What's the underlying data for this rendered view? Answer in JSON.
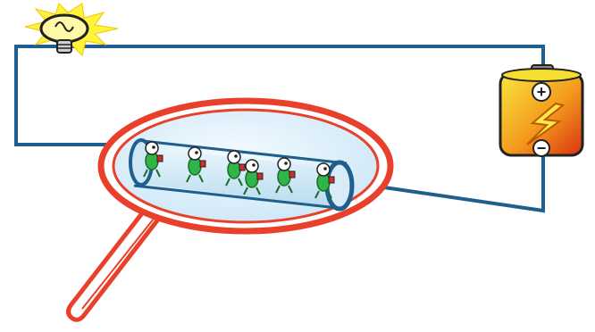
{
  "diagram": {
    "components": [
      {
        "id": "bulb",
        "icon": "light-bulb-icon",
        "state": "lit"
      },
      {
        "id": "battery",
        "icon": "battery-icon",
        "terminals": [
          "+",
          "-"
        ]
      },
      {
        "id": "magnifier",
        "icon": "magnifying-glass-icon"
      },
      {
        "id": "wire-tube",
        "icon": "wire-cross-section-icon",
        "carrier_count": 6,
        "carrier_icon": "charge-carrier-icon"
      }
    ],
    "battery_plus_symbol": "+",
    "battery_minus_symbol": "−",
    "colors": {
      "wire": "#1f5f8e",
      "lens_rim": "#e8402a",
      "lens_fill": "#d9eefa",
      "battery_top": "#f7e23a",
      "battery_bottom": "#e23a12",
      "bulb_glow": "#fff43a",
      "carrier_body": "#2fb54a"
    }
  }
}
